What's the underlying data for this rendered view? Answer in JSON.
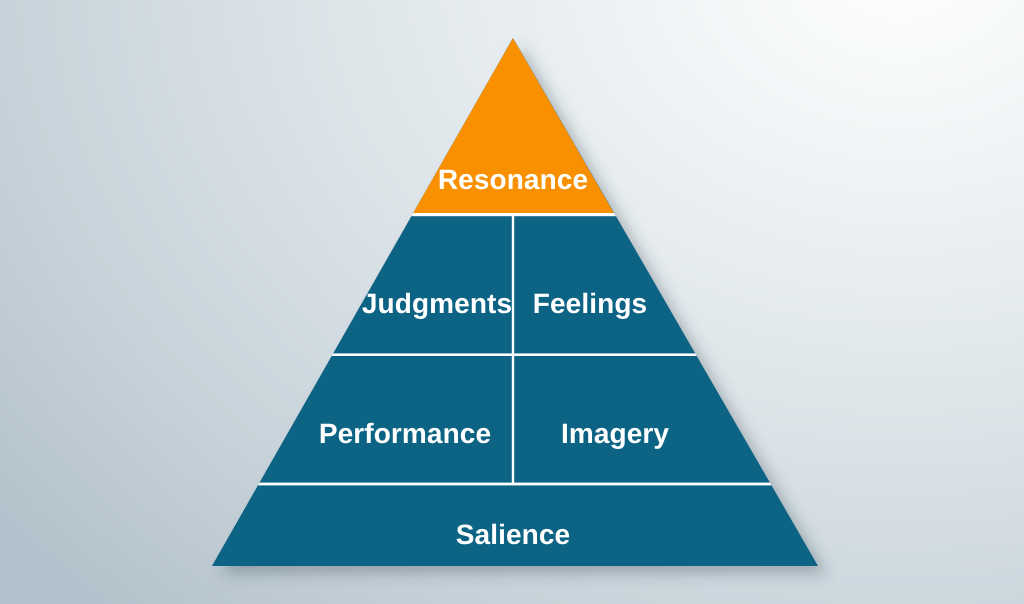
{
  "diagram": {
    "name": "brand-resonance-pyramid",
    "colors": {
      "apex_fill": "#F99000",
      "tier_fill": "#0D6384",
      "divider": "#FFFFFF",
      "label_text": "#FFFFFF",
      "background_light": "#FDFEFE",
      "background_dark": "#B2C1CB",
      "shadow": "rgba(60,70,80,0.30)"
    },
    "levels": [
      {
        "id": "resonance",
        "label": "Resonance",
        "fill": "#F99000",
        "columns": 1
      },
      {
        "id": "judgments-feelings",
        "fill": "#0D6384",
        "columns": 2,
        "labels": [
          "Judgments",
          "Feelings"
        ]
      },
      {
        "id": "performance-imagery",
        "fill": "#0D6384",
        "columns": 2,
        "labels": [
          "Performance",
          "Imagery"
        ]
      },
      {
        "id": "salience",
        "label": "Salience",
        "fill": "#0D6384",
        "columns": 1
      }
    ],
    "labels": {
      "resonance": "Resonance",
      "judgments": "Judgments",
      "feelings": "Feelings",
      "performance": "Performance",
      "imagery": "Imagery",
      "salience": "Salience"
    }
  }
}
